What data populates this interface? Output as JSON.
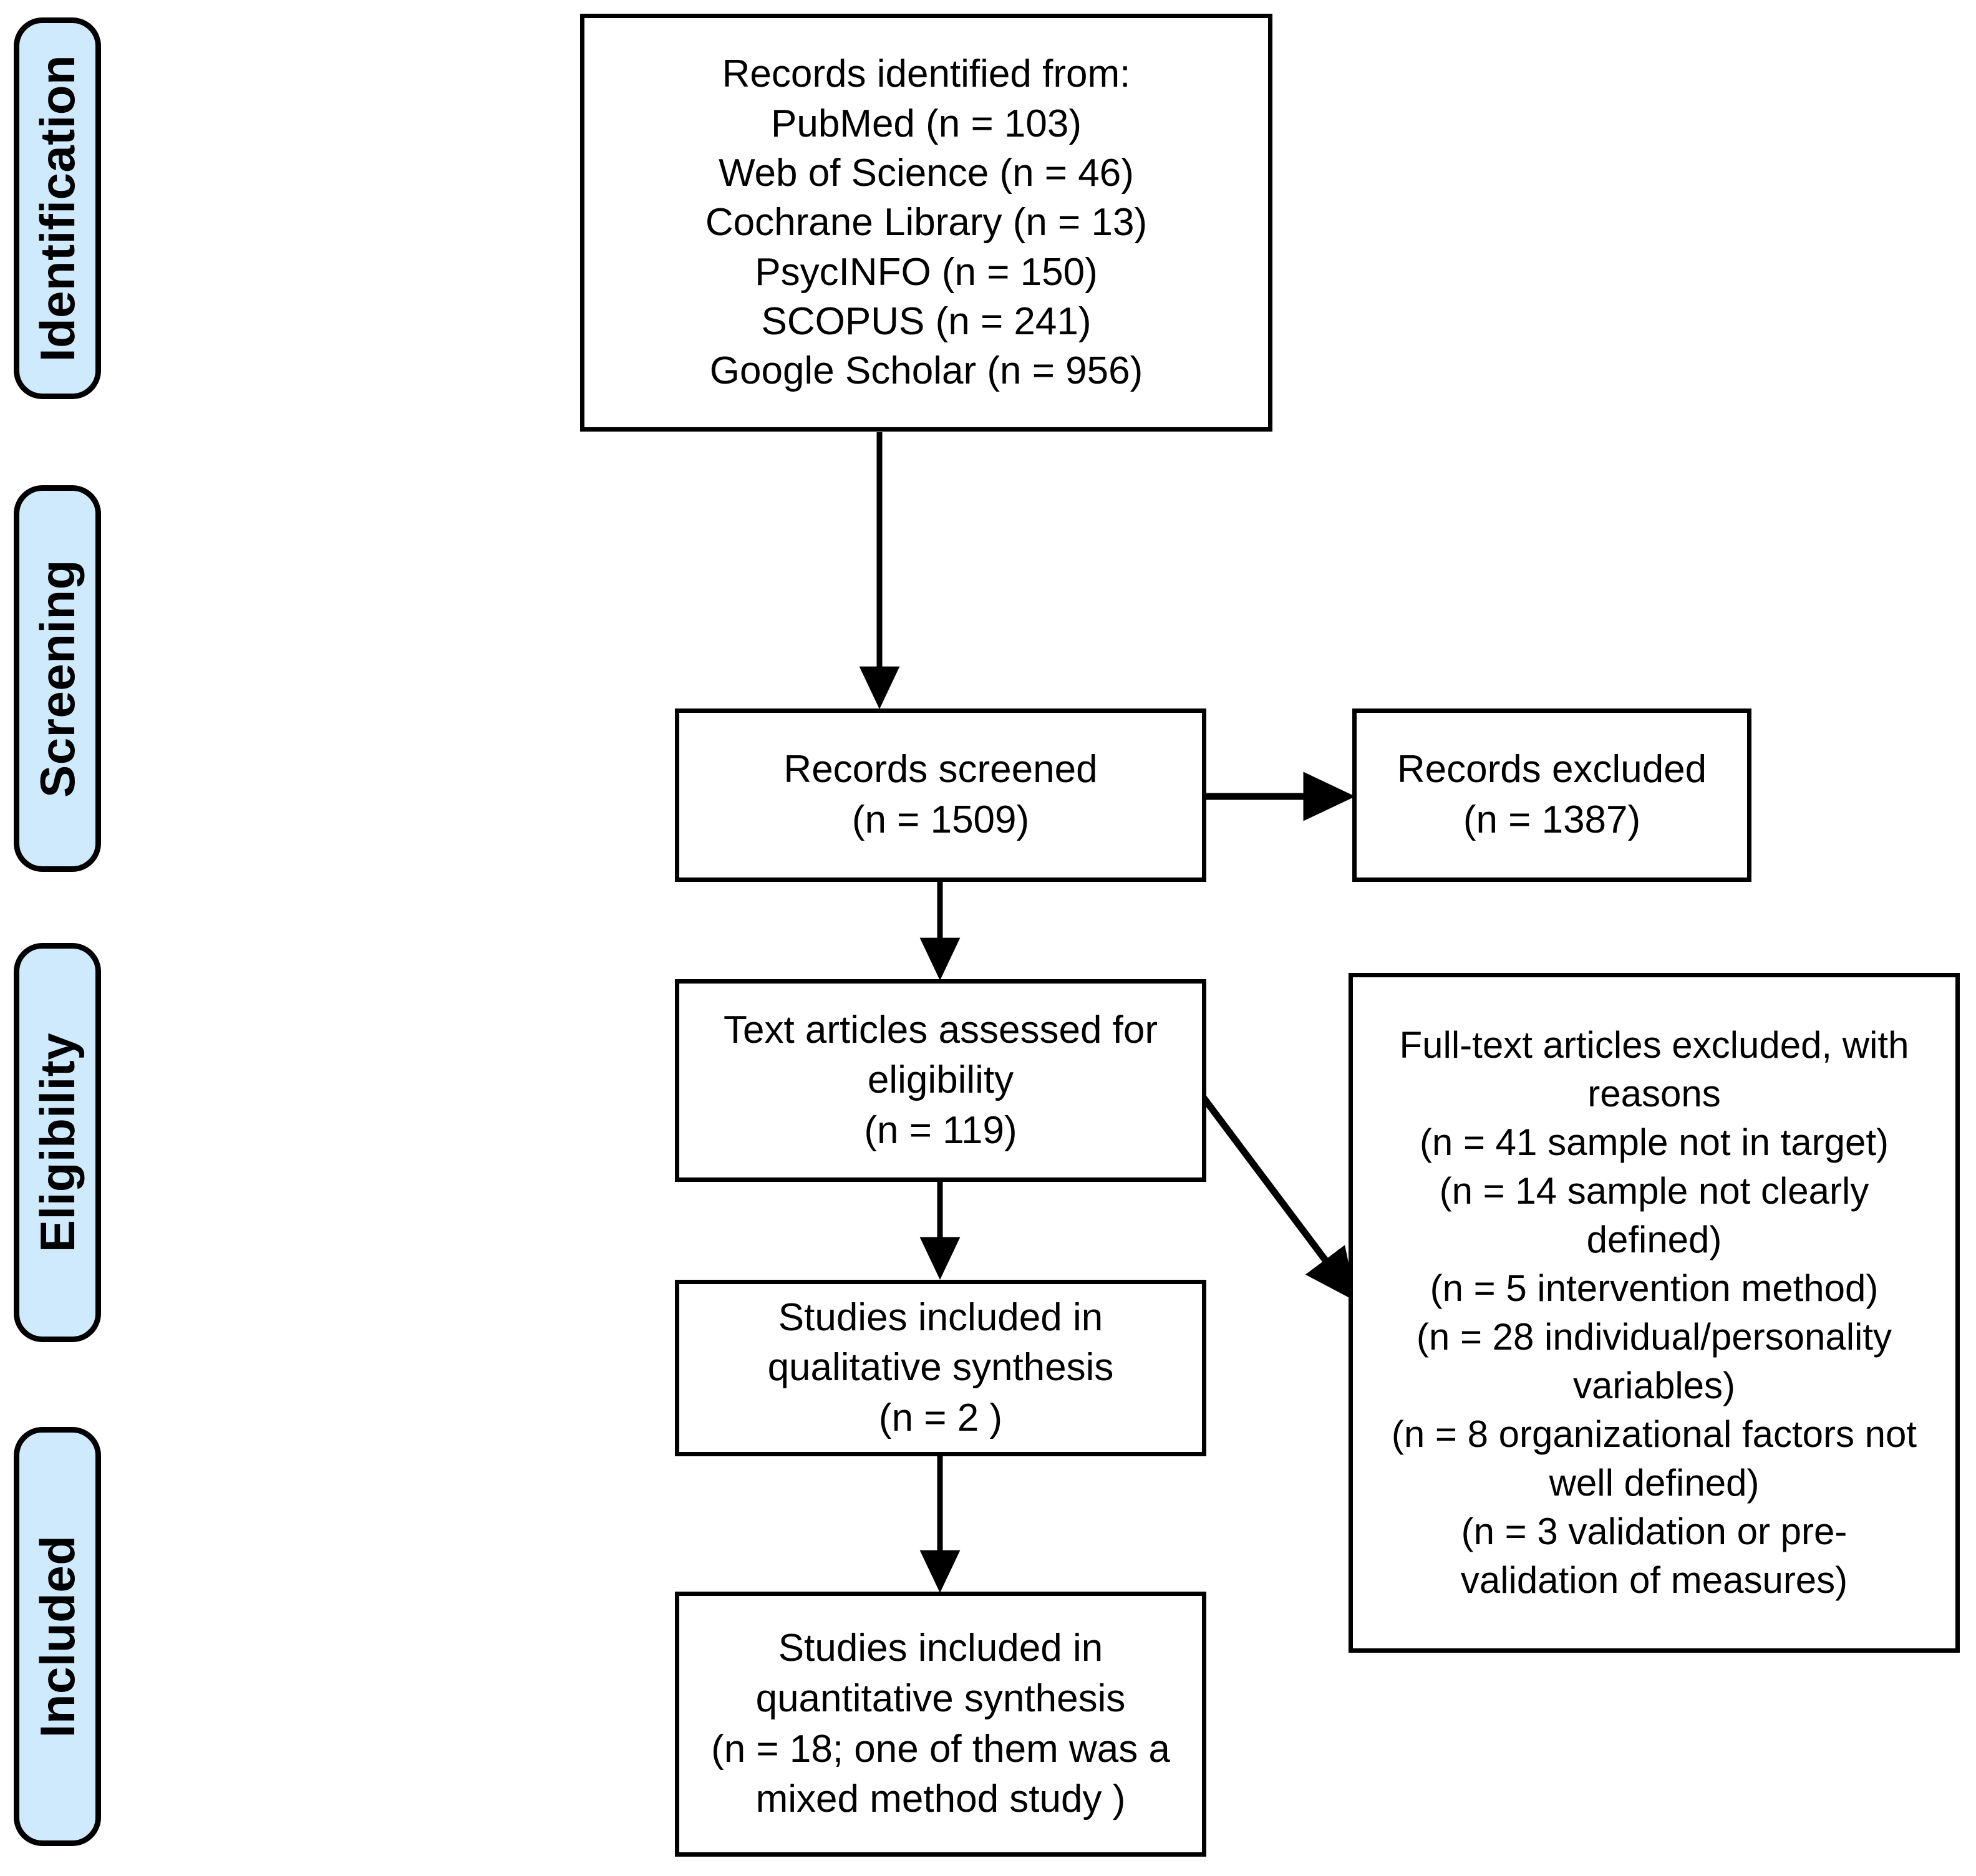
{
  "diagram": {
    "title": "PRISMA flow diagram",
    "accent_color": "#cfeafc",
    "line_color": "#000000",
    "background_color": "#ffffff"
  },
  "stages": [
    {
      "id": "identification",
      "label": "Identification"
    },
    {
      "id": "screening",
      "label": "Screening"
    },
    {
      "id": "eligibility",
      "label": "Eligibility"
    },
    {
      "id": "included",
      "label": "Included"
    }
  ],
  "boxes": {
    "identified": {
      "heading": "Records identified from:",
      "sources": [
        {
          "name": "PubMed",
          "n": 103,
          "line": "PubMed (n = 103)"
        },
        {
          "name": "Web of Science",
          "n": 46,
          "line": "Web of Science (n = 46)"
        },
        {
          "name": "Cochrane Library",
          "n": 13,
          "line": "Cochrane Library (n = 13)"
        },
        {
          "name": "PsycINFO",
          "n": 150,
          "line": "PsycINFO (n = 150)"
        },
        {
          "name": "SCOPUS",
          "n": 241,
          "line": "SCOPUS (n = 241)"
        },
        {
          "name": "Google Scholar",
          "n": 956,
          "line": "Google Scholar (n = 956)"
        }
      ],
      "text": "Records identified from:\n   PubMed (n = 103)\n   Web of Science (n = 46)\n   Cochrane Library (n = 13)\n   PsycINFO (n = 150)\n   SCOPUS (n = 241)\n   Google Scholar (n = 956)"
    },
    "records_screened": {
      "label": "Records screened",
      "n": 1509,
      "text": "Records screened\n(n =  1509)"
    },
    "records_excluded": {
      "label": "Records excluded",
      "n": 1387,
      "text": "Records excluded\n(n =  1387)"
    },
    "eligibility_assessed": {
      "label": "Text articles assessed for eligibility",
      "n": 119,
      "text": "Text articles assessed for\neligibility\n(n =  119)"
    },
    "fulltext_excluded": {
      "heading": "Full-text articles excluded, with reasons",
      "reasons": [
        {
          "n": 41,
          "reason": "sample not in target",
          "line": "(n =  41 sample not in target)"
        },
        {
          "n": 14,
          "reason": "sample not clearly defined",
          "line": "(n = 14 sample not clearly defined)"
        },
        {
          "n": 5,
          "reason": "intervention method",
          "line": "(n = 5 intervention method)"
        },
        {
          "n": 28,
          "reason": "individual/personality variables",
          "line": "(n = 28 individual/personality variables)"
        },
        {
          "n": 8,
          "reason": "organizational factors not well defined",
          "line": "(n = 8 organizational factors not well defined)"
        },
        {
          "n": 3,
          "reason": "validation or pre-validation of measures",
          "line": "(n = 3 validation or pre-validation of measures)"
        }
      ],
      "text": "Full-text articles excluded, with\nreasons\n(n =  41 sample not in target)\n(n = 14 sample not clearly\ndefined)\n(n = 5 intervention method)\n(n = 28 individual/personality\nvariables)\n(n = 8 organizational factors not\nwell defined)\n(n = 3 validation or pre-\nvalidation of measures)"
    },
    "qualitative_synthesis": {
      "label": "Studies included in qualitative synthesis",
      "n": 2,
      "text": "Studies included in\nqualitative synthesis\n(n =  2 )"
    },
    "quantitative_synthesis": {
      "label": "Studies included in quantitative synthesis",
      "n": 18,
      "note": "one of them was a mixed method study",
      "text": "Studies included in\nquantitative synthesis\n(n =  18; one of them was a\nmixed method study )"
    }
  },
  "connectors": [
    {
      "id": "identified-to-screened",
      "from": "identified",
      "to": "records_screened",
      "kind": "arrow-down"
    },
    {
      "id": "screened-to-excluded",
      "from": "records_screened",
      "to": "records_excluded",
      "kind": "arrow-right"
    },
    {
      "id": "screened-to-eligibility",
      "from": "records_screened",
      "to": "eligibility_assessed",
      "kind": "arrow-down"
    },
    {
      "id": "eligibility-to-fulltext-excluded",
      "from": "eligibility_assessed",
      "to": "fulltext_excluded",
      "kind": "arrow-diagonal"
    },
    {
      "id": "eligibility-to-qualitative",
      "from": "eligibility_assessed",
      "to": "qualitative_synthesis",
      "kind": "arrow-down"
    },
    {
      "id": "qualitative-to-quantitative",
      "from": "qualitative_synthesis",
      "to": "quantitative_synthesis",
      "kind": "arrow-down"
    }
  ]
}
